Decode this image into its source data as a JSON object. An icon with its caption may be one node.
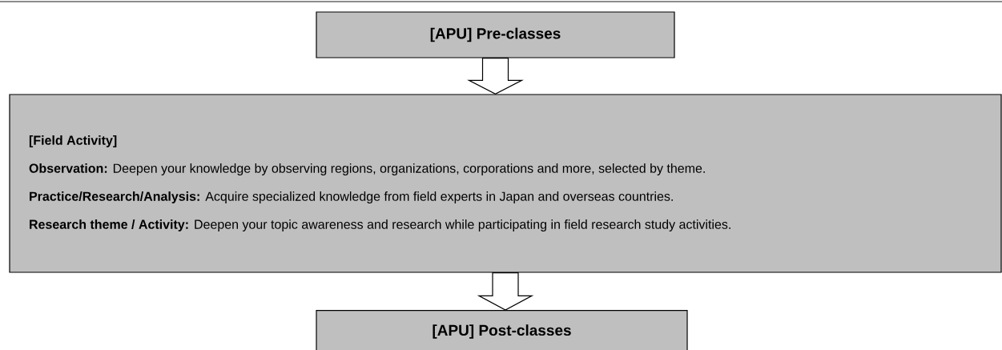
{
  "diagram": {
    "nodes": [
      {
        "text": [
          "[APU] Pre-classes"
        ]
      },
      {
        "text": [
          "[Field Activity]",
          "**Observation:** Deepen your knowledge by observing regions, organizations, corporations and more, selected by theme.",
          "**Practice/Research/Analysis:** Acquire specialized knowledge from field experts in Japan and overseas countries.",
          "**Research theme / Activity:** Deepen your topic awareness and research while participating in field research study activities."
        ]
      },
      {
        "text": [
          "[APU] Post-classes"
        ]
      }
    ],
    "edges": [
      {
        "from": 0,
        "to": 1,
        "arrow": "to"
      },
      {
        "from": 1,
        "to": 2,
        "arrow": "to"
      }
    ]
  }
}
